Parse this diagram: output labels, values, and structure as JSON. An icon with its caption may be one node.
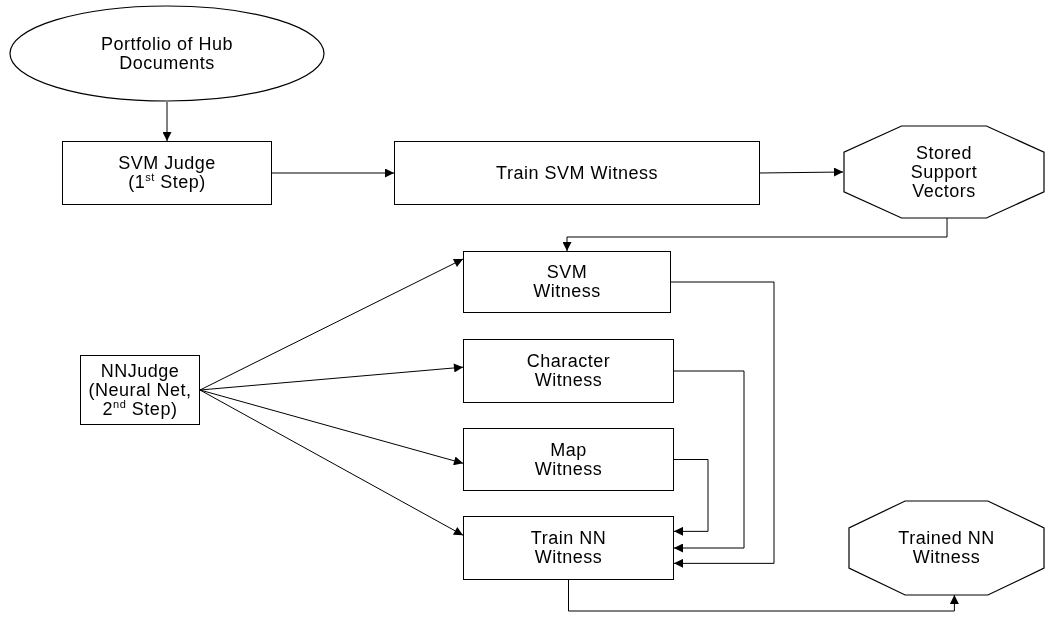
{
  "diagram": {
    "nodes": [
      {
        "text": [
          "Portfolio of Hub Documents"
        ]
      },
      {
        "text": [
          "SVM Judge (1$^{st}$ Step)"
        ]
      },
      {
        "text": [
          "Train SVM Witness"
        ]
      },
      {
        "text": [
          "Stored Support Vectors"
        ]
      },
      {
        "text": [
          "SVM Witness"
        ]
      },
      {
        "text": [
          "Character Witness"
        ]
      },
      {
        "text": [
          "Map Witness"
        ]
      },
      {
        "text": [
          "Train NN Witness"
        ]
      },
      {
        "text": [
          "NNJudge (Neural Net, 2$^{nd}$ Step)"
        ]
      },
      {
        "text": [
          "Trained NN Witness"
        ]
      }
    ],
    "edges": [
      {
        "from": 0,
        "to": 1,
        "arrow": "to"
      },
      {
        "from": 1,
        "to": 2,
        "arrow": "to"
      },
      {
        "from": 2,
        "to": 3,
        "arrow": "to"
      },
      {
        "from": 3,
        "to": 4,
        "arrow": "to"
      },
      {
        "from": 8,
        "to": 4,
        "arrow": "to"
      },
      {
        "from": 8,
        "to": 5,
        "arrow": "to"
      },
      {
        "from": 8,
        "to": 6,
        "arrow": "to"
      },
      {
        "from": 8,
        "to": 7,
        "arrow": "to"
      },
      {
        "from": 4,
        "to": 7,
        "arrow": "to"
      },
      {
        "from": 5,
        "to": 7,
        "arrow": "to"
      },
      {
        "from": 6,
        "to": 7,
        "arrow": "to"
      },
      {
        "from": 7,
        "to": 9,
        "arrow": "to"
      }
    ]
  }
}
